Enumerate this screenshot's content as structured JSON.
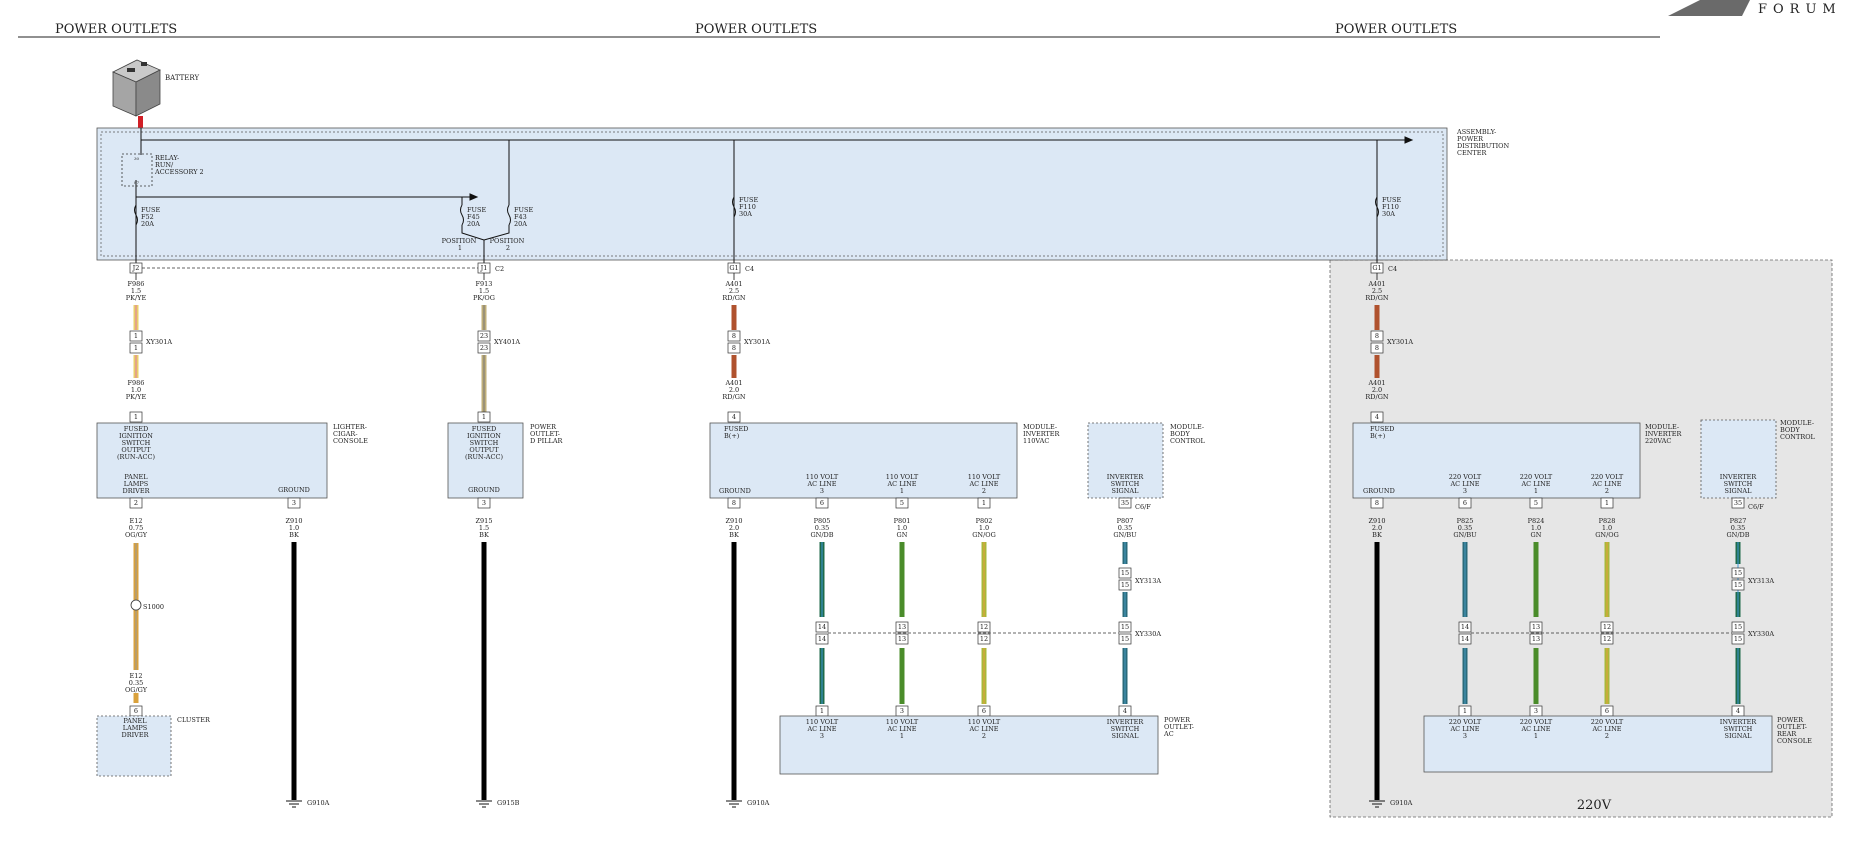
{
  "header": {
    "titles": [
      "POWER OUTLETS",
      "POWER OUTLETS",
      "POWER OUTLETS"
    ],
    "logo_text": "FORUM"
  },
  "battery": {
    "label": "BATTERY"
  },
  "pdc": {
    "label": [
      "ASSEMBLY-",
      "POWER",
      "DISTRIBUTION",
      "CENTER"
    ]
  },
  "relay": {
    "label": [
      "RELAY-",
      "RUN/",
      "ACCESSORY 2"
    ],
    "pins": [
      "30",
      "87"
    ]
  },
  "fuses": [
    {
      "lines": [
        "FUSE",
        "F52",
        "20A"
      ]
    },
    {
      "lines": [
        "FUSE",
        "F45",
        "20A"
      ]
    },
    {
      "lines": [
        "FUSE",
        "F43",
        "20A"
      ]
    },
    {
      "lines": [
        "FUSE",
        "F110",
        "30A"
      ]
    },
    {
      "lines": [
        "FUSE",
        "F110",
        "30A"
      ]
    }
  ],
  "positions": [
    {
      "lines": [
        "POSITION",
        "1"
      ]
    },
    {
      "lines": [
        "POSITION",
        "2"
      ]
    }
  ],
  "pdc_pins": [
    {
      "pin": "J2",
      "conn": ""
    },
    {
      "pin": "J1",
      "conn": "C2"
    },
    {
      "pin": "G1",
      "conn": "C4"
    },
    {
      "pin": "G1",
      "conn": "C4"
    }
  ],
  "wires": {
    "w1_top": [
      "F986",
      "1.5",
      "PK/YE"
    ],
    "w1_mid": [
      "F986",
      "1.0",
      "PK/YE"
    ],
    "w2_top": [
      "F913",
      "1.5",
      "PK/OG"
    ],
    "w3_top": [
      "A401",
      "2.5",
      "RD/GN"
    ],
    "w3_mid": [
      "A401",
      "2.0",
      "RD/GN"
    ],
    "w4_top": [
      "A401",
      "2.5",
      "RD/GN"
    ],
    "w4_mid": [
      "A401",
      "2.0",
      "RD/GN"
    ],
    "e12_a": [
      "E12",
      "0.75",
      "OG/GY"
    ],
    "e12_b": [
      "E12",
      "0.35",
      "OG/GY"
    ],
    "z910_a": [
      "Z910",
      "1.0",
      "BK"
    ],
    "z915": [
      "Z915",
      "1.5",
      "BK"
    ],
    "z910_b": [
      "Z910",
      "2.0",
      "BK"
    ],
    "z910_c": [
      "Z910",
      "2.0",
      "BK"
    ],
    "p805": [
      "P805",
      "0.35",
      "GN/DB"
    ],
    "p801": [
      "P801",
      "1.0",
      "GN"
    ],
    "p802": [
      "P802",
      "1.0",
      "GN/OG"
    ],
    "p807": [
      "P807",
      "0.35",
      "GN/BU"
    ],
    "p825": [
      "P825",
      "0.35",
      "GN/BU"
    ],
    "p824": [
      "P824",
      "1.0",
      "GN"
    ],
    "p828": [
      "P828",
      "1.0",
      "GN/OG"
    ],
    "p827": [
      "P827",
      "0.35",
      "GN/DB"
    ]
  },
  "inline_connectors": {
    "xy301a": "XY301A",
    "xy401a": "XY401A",
    "xy313a": "XY313A",
    "xy330a": "XY330A",
    "s1000": "S1000",
    "c6f": "C6/F"
  },
  "modules": {
    "lighter": {
      "name": [
        "LIGHTER-",
        "CIGAR-",
        "CONSOLE"
      ],
      "fused": [
        "FUSED",
        "IGNITION",
        "SWITCH",
        "OUTPUT",
        "(RUN-ACC)"
      ],
      "panel": [
        "PANEL",
        "LAMPS",
        "DRIVER"
      ],
      "ground": "GROUND"
    },
    "outlet_pillar": {
      "name": [
        "POWER",
        "OUTLET-",
        "D PILLAR"
      ],
      "fused": [
        "FUSED",
        "IGNITION",
        "SWITCH",
        "OUTPUT",
        "(RUN-ACC)"
      ],
      "ground": "GROUND"
    },
    "inv110": {
      "name": [
        "MODULE-",
        "INVERTER",
        "110VAC"
      ],
      "fused": [
        "FUSED",
        "B(+)"
      ],
      "ground": "GROUND",
      "lines": [
        [
          "110 VOLT",
          "AC LINE",
          "3"
        ],
        [
          "110 VOLT",
          "AC LINE",
          "1"
        ],
        [
          "110 VOLT",
          "AC LINE",
          "2"
        ]
      ]
    },
    "bcm1": {
      "name": [
        "MODULE-",
        "BODY",
        "CONTROL"
      ],
      "sig": [
        "INVERTER",
        "SWITCH",
        "SIGNAL"
      ]
    },
    "outlet_ac": {
      "name": [
        "POWER",
        "OUTLET-",
        "AC"
      ],
      "lines": [
        [
          "110 VOLT",
          "AC LINE",
          "3"
        ],
        [
          "110 VOLT",
          "AC LINE",
          "1"
        ],
        [
          "110 VOLT",
          "AC LINE",
          "2"
        ]
      ],
      "sig": [
        "INVERTER",
        "SWITCH",
        "SIGNAL"
      ]
    },
    "inv220": {
      "name": [
        "MODULE-",
        "INVERTER",
        "220VAC"
      ],
      "fused": [
        "FUSED",
        "B(+)"
      ],
      "ground": "GROUND",
      "lines": [
        [
          "220 VOLT",
          "AC LINE",
          "3"
        ],
        [
          "220 VOLT",
          "AC LINE",
          "1"
        ],
        [
          "220 VOLT",
          "AC LINE",
          "2"
        ]
      ]
    },
    "bcm2": {
      "name": [
        "MODULE-",
        "BODY",
        "CONTROL"
      ],
      "sig": [
        "INVERTER",
        "SWITCH",
        "SIGNAL"
      ]
    },
    "outlet_rear": {
      "name": [
        "POWER",
        "OUTLET-",
        "REAR",
        "CONSOLE"
      ],
      "lines": [
        [
          "220 VOLT",
          "AC LINE",
          "3"
        ],
        [
          "220 VOLT",
          "AC LINE",
          "1"
        ],
        [
          "220 VOLT",
          "AC LINE",
          "2"
        ]
      ],
      "sig": [
        "INVERTER",
        "SWITCH",
        "SIGNAL"
      ]
    },
    "cluster": {
      "name": "CLUSTER",
      "panel": [
        "PANEL",
        "LAMPS",
        "DRIVER"
      ]
    }
  },
  "grounds": [
    "G910A",
    "G915B",
    "G910A",
    "G910A"
  ],
  "region_220v": "220V",
  "colors": {
    "box_fill": "#dce8f5",
    "region_fill": "#e6e6e6",
    "pk_ye": "#e8cf6a",
    "pk_og": "#bfae78",
    "rd_gn": "#b0522e",
    "og_gy": "#d9a13c",
    "bk": "#000000",
    "gn_db": "#1f6a4a",
    "gn": "#4a8c2a",
    "gn_og": "#a8b83a",
    "gn_bu": "#2a6a7a",
    "battery_red": "#d11f26"
  }
}
